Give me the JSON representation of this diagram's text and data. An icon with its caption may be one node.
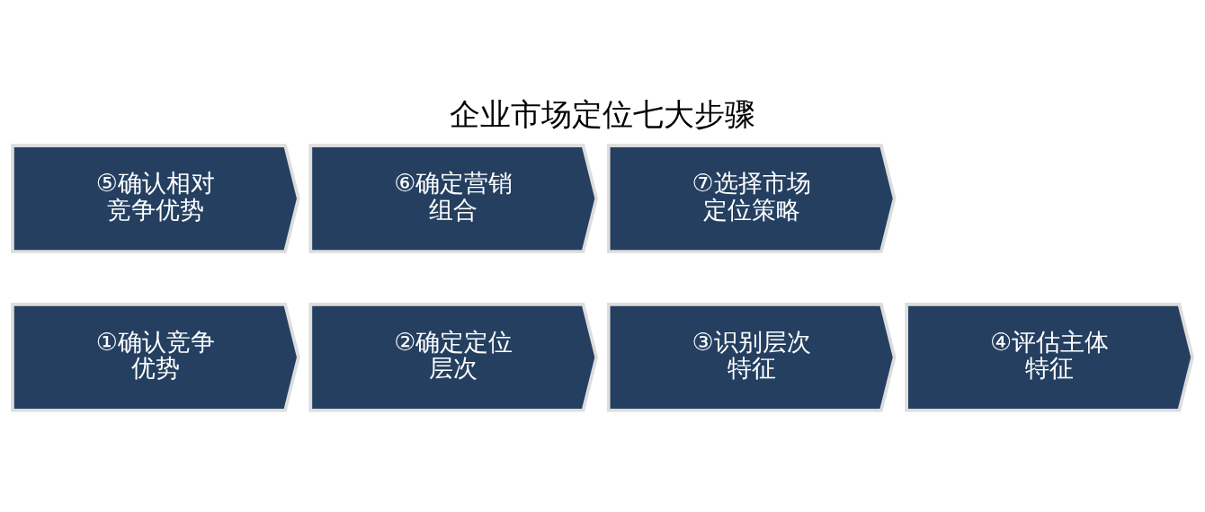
{
  "diagram": {
    "title": "企业市场定位七大步骤",
    "nodes": [
      {
        "text": [
          "①确认竞争优势"
        ]
      },
      {
        "text": [
          "②确定定位层次"
        ]
      },
      {
        "text": [
          "③识别层次特征"
        ]
      },
      {
        "text": [
          "④评估主体特征"
        ]
      },
      {
        "text": [
          "⑤确认相对竞争优势"
        ]
      },
      {
        "text": [
          "⑥确定营销组合"
        ]
      },
      {
        "text": [
          "⑦选择市场定位策略"
        ]
      }
    ]
  }
}
